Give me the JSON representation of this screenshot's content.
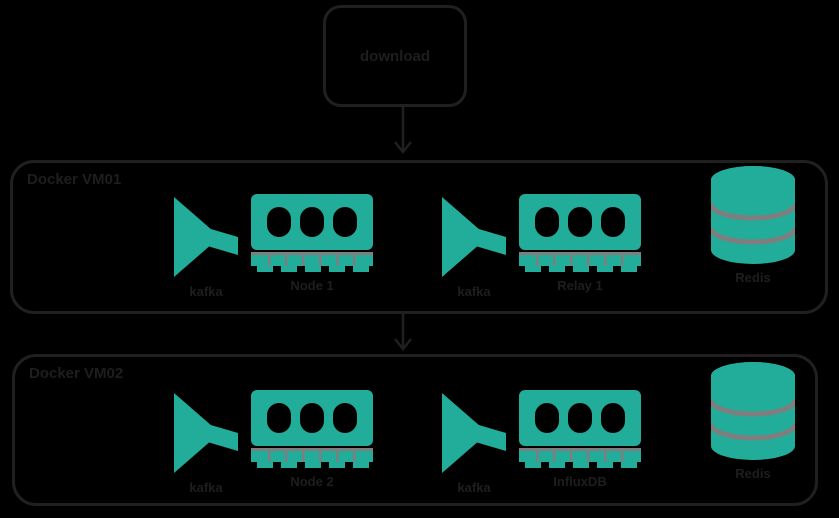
{
  "diagram": {
    "colors": {
      "background": "#000000",
      "accent_teal": "#21AD9A",
      "detail_gray": "#7E7E7E",
      "line_dark": "#202020",
      "text_dark": "#1E1E1E"
    },
    "top_box": {
      "label": "download"
    },
    "arrows": [
      {
        "from": "top-box",
        "to": "container-1",
        "direction": "down"
      },
      {
        "from": "container-1",
        "to": "container-2",
        "direction": "down"
      }
    ],
    "containers": [
      {
        "label": "Docker VM01",
        "nodes": [
          {
            "icon": "funnel-icon",
            "label": "kafka"
          },
          {
            "icon": "memory-icon",
            "label": "Node 1"
          },
          {
            "icon": "funnel-icon",
            "label": "kafka"
          },
          {
            "icon": "memory-icon",
            "label": "Relay 1"
          },
          {
            "icon": "database-icon",
            "label": "Redis"
          }
        ]
      },
      {
        "label": "Docker VM02",
        "nodes": [
          {
            "icon": "funnel-icon",
            "label": "kafka"
          },
          {
            "icon": "memory-icon",
            "label": "Node 2"
          },
          {
            "icon": "funnel-icon",
            "label": "kafka"
          },
          {
            "icon": "memory-icon",
            "label": "InfluxDB"
          },
          {
            "icon": "database-icon",
            "label": "Redis"
          }
        ]
      }
    ]
  }
}
